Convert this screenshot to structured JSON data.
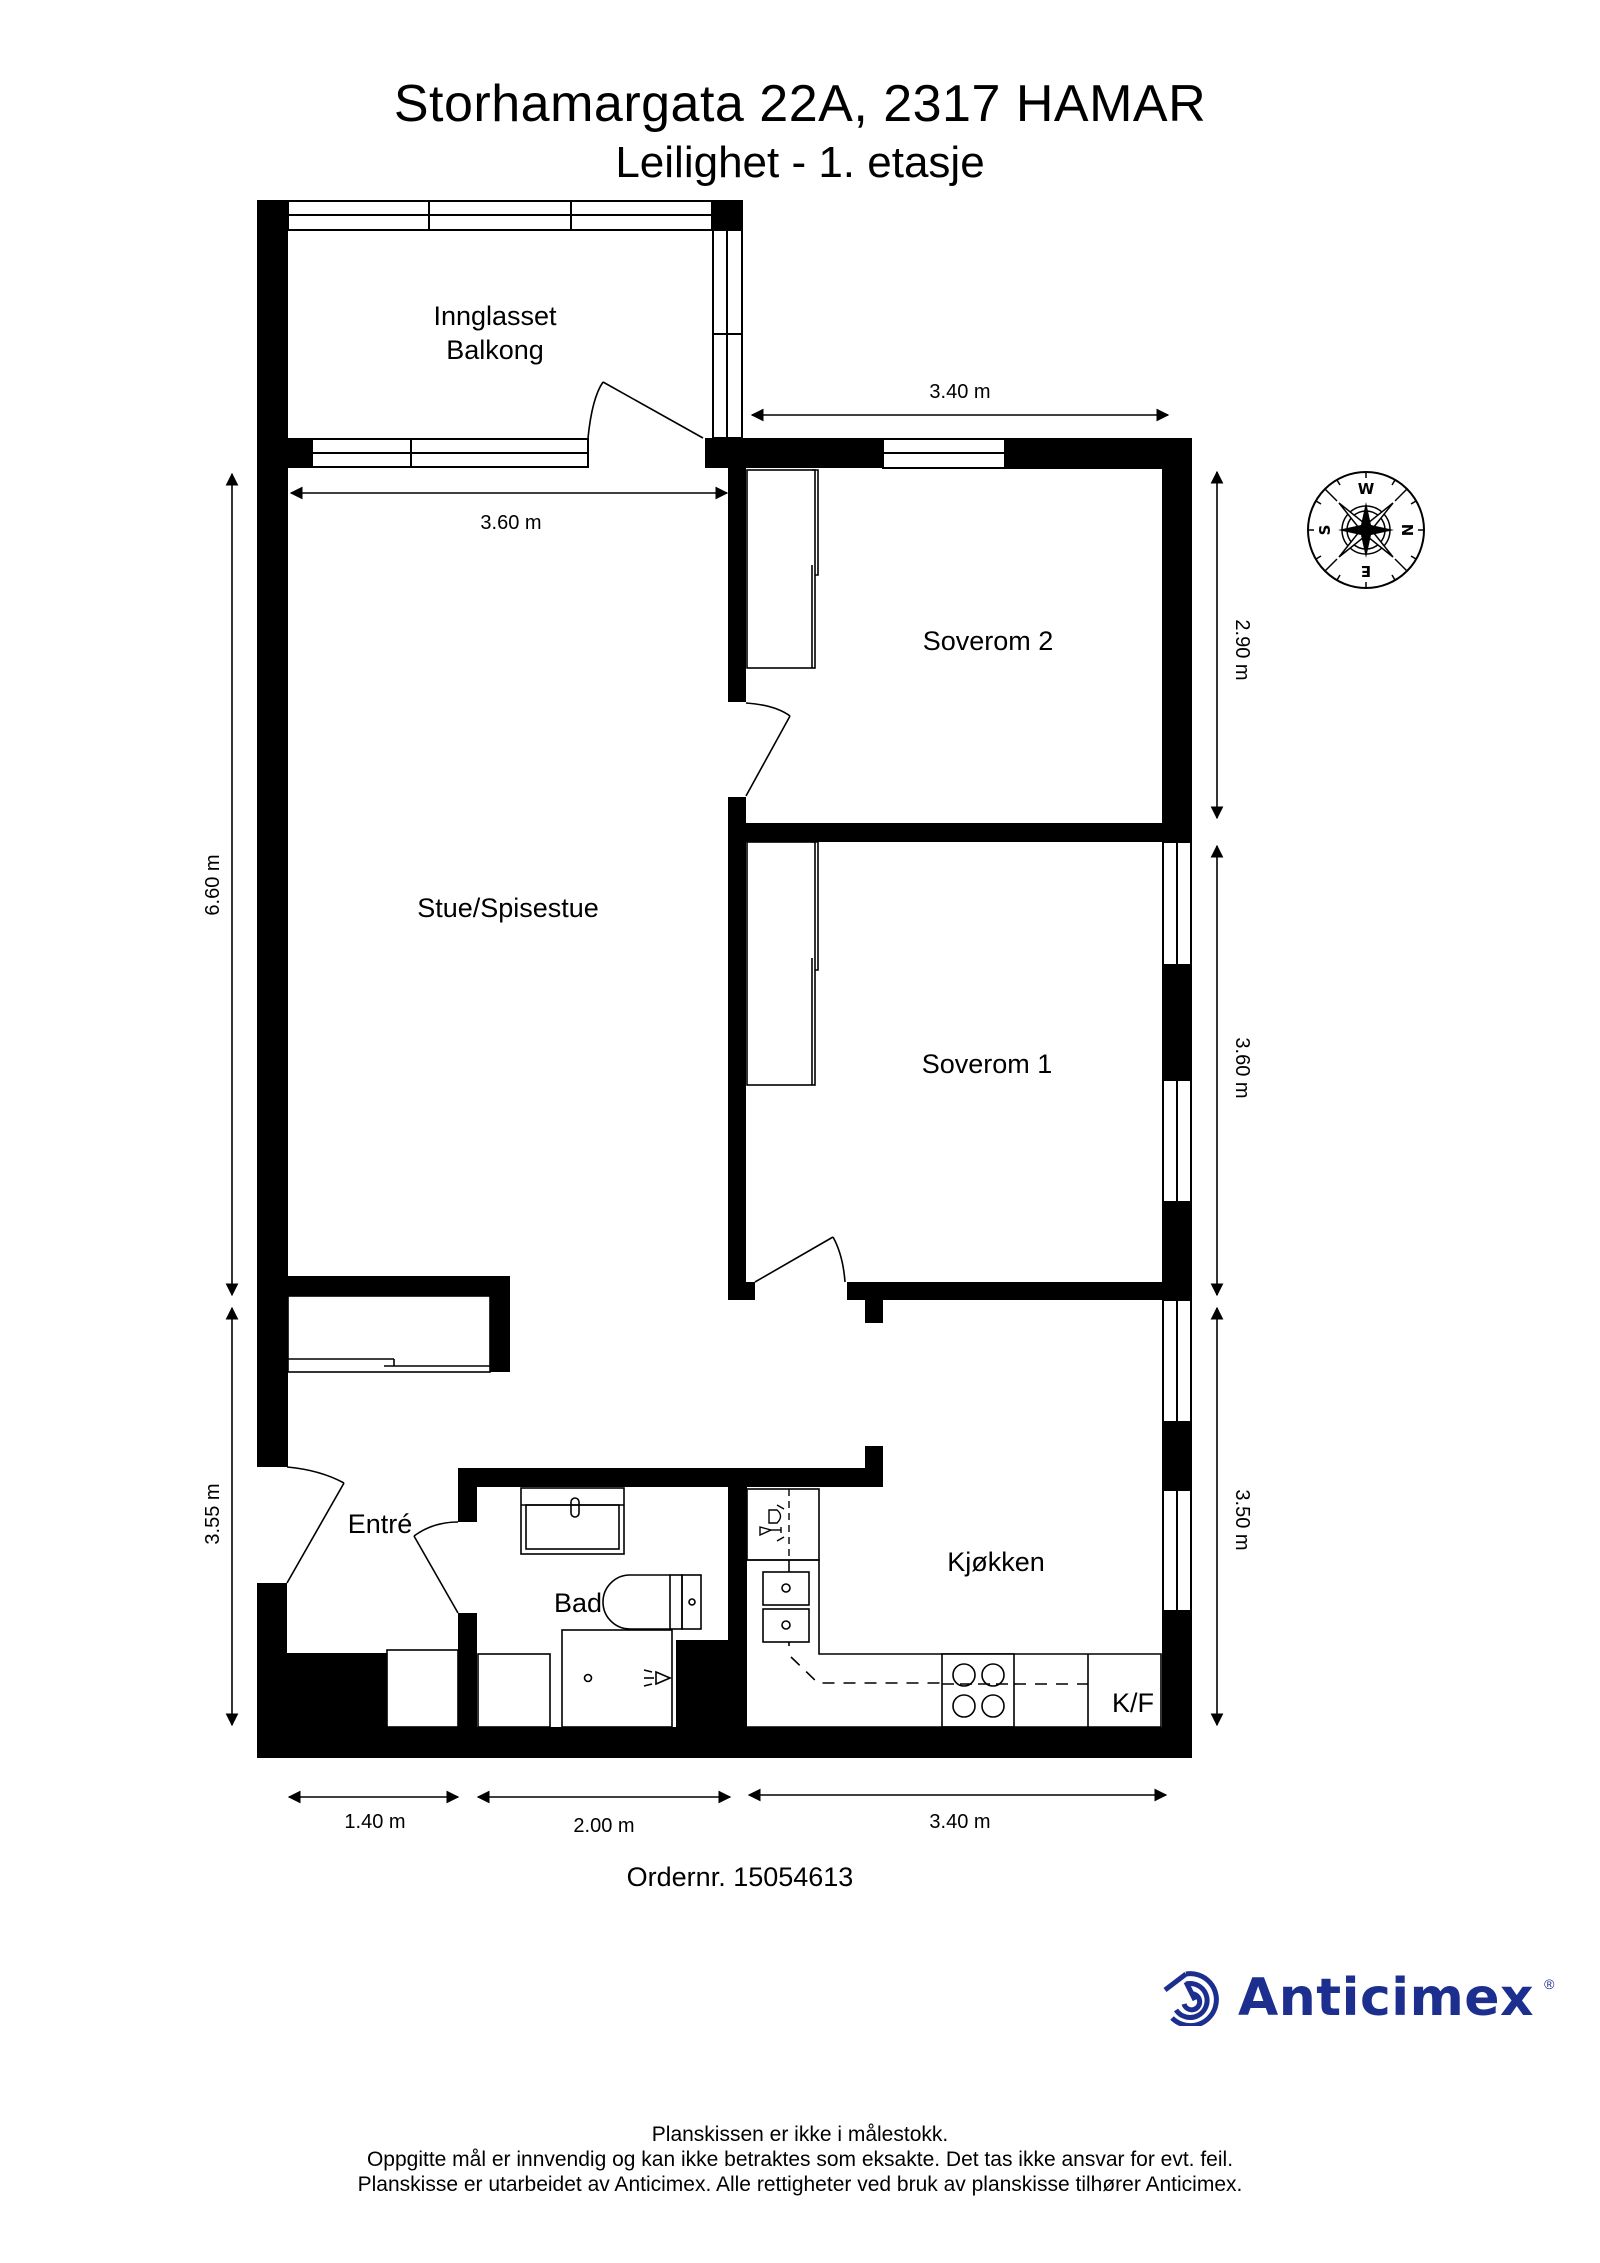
{
  "header": {
    "address": "Storhamargata 22A, 2317 HAMAR",
    "subtitle": "Leilighet - 1. etasje"
  },
  "rooms": {
    "balcony_line1": "Innglasset",
    "balcony_line2": "Balkong",
    "living": "Stue/Spisestue",
    "bedroom2": "Soverom 2",
    "bedroom1": "Soverom 1",
    "entry": "Entré",
    "bathroom": "Bad",
    "kitchen": "Kjøkken",
    "fridge_freezer": "K/F"
  },
  "dimensions": {
    "top_right": "3.40 m",
    "living_width": "3.60 m",
    "left_upper": "6.60 m",
    "left_lower": "3.55 m",
    "right_bedroom2": "2.90 m",
    "right_bedroom1": "3.60 m",
    "right_kitchen": "3.50 m",
    "bottom_entry": "1.40 m",
    "bottom_bath": "2.00 m",
    "bottom_kitchen": "3.40 m"
  },
  "compass": {
    "icon": "compass-rose-icon",
    "top": "W",
    "right": "N",
    "bottom": "E",
    "left": "S"
  },
  "order": "Ordernr. 15054613",
  "brand": {
    "name": "Anticimex",
    "registered": "®",
    "color": "#1c2f8f",
    "icon": "anticimex-spiral-house-icon"
  },
  "footer": {
    "line1": "Planskissen er ikke i målestokk.",
    "line2": "Oppgitte mål er innvendig og kan ikke betraktes som eksakte. Det tas ikke ansvar for evt. feil.",
    "line3": "Planskisse er utarbeidet av Anticimex. Alle rettigheter ved bruk av planskisse tilhører Anticimex."
  },
  "colors": {
    "wall": "#000000",
    "background": "#ffffff",
    "brand": "#1c2f8f"
  }
}
